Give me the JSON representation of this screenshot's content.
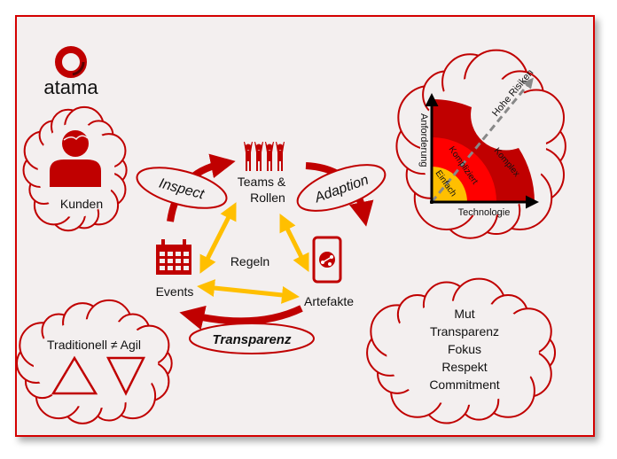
{
  "logo": {
    "text": "atama"
  },
  "customers": {
    "label": "Kunden",
    "icon": "person-icon"
  },
  "center": {
    "teams": "Teams &",
    "roles": "Rollen",
    "events": "Events",
    "artifacts": "Artefakte",
    "rules": "Regeln"
  },
  "cycle": {
    "inspect": "Inspect",
    "adaption": "Adaption",
    "transparency": "Transparenz"
  },
  "complexity_chart": {
    "y_axis": "Anforderung",
    "x_axis": "Technologie",
    "diagonal": "Hohe Risiken",
    "zones": [
      "Einfach",
      "Kompliziert",
      "Komplex"
    ]
  },
  "comparison": {
    "label": "Traditionell ≠ Agil"
  },
  "values": [
    "Mut",
    "Transparenz",
    "Fokus",
    "Respekt",
    "Commitment"
  ],
  "colors": {
    "red": "#c00000",
    "border": "#d40000",
    "yellow": "#ffbf00",
    "bright_red": "#ff0000",
    "bg": "#f3efef"
  }
}
